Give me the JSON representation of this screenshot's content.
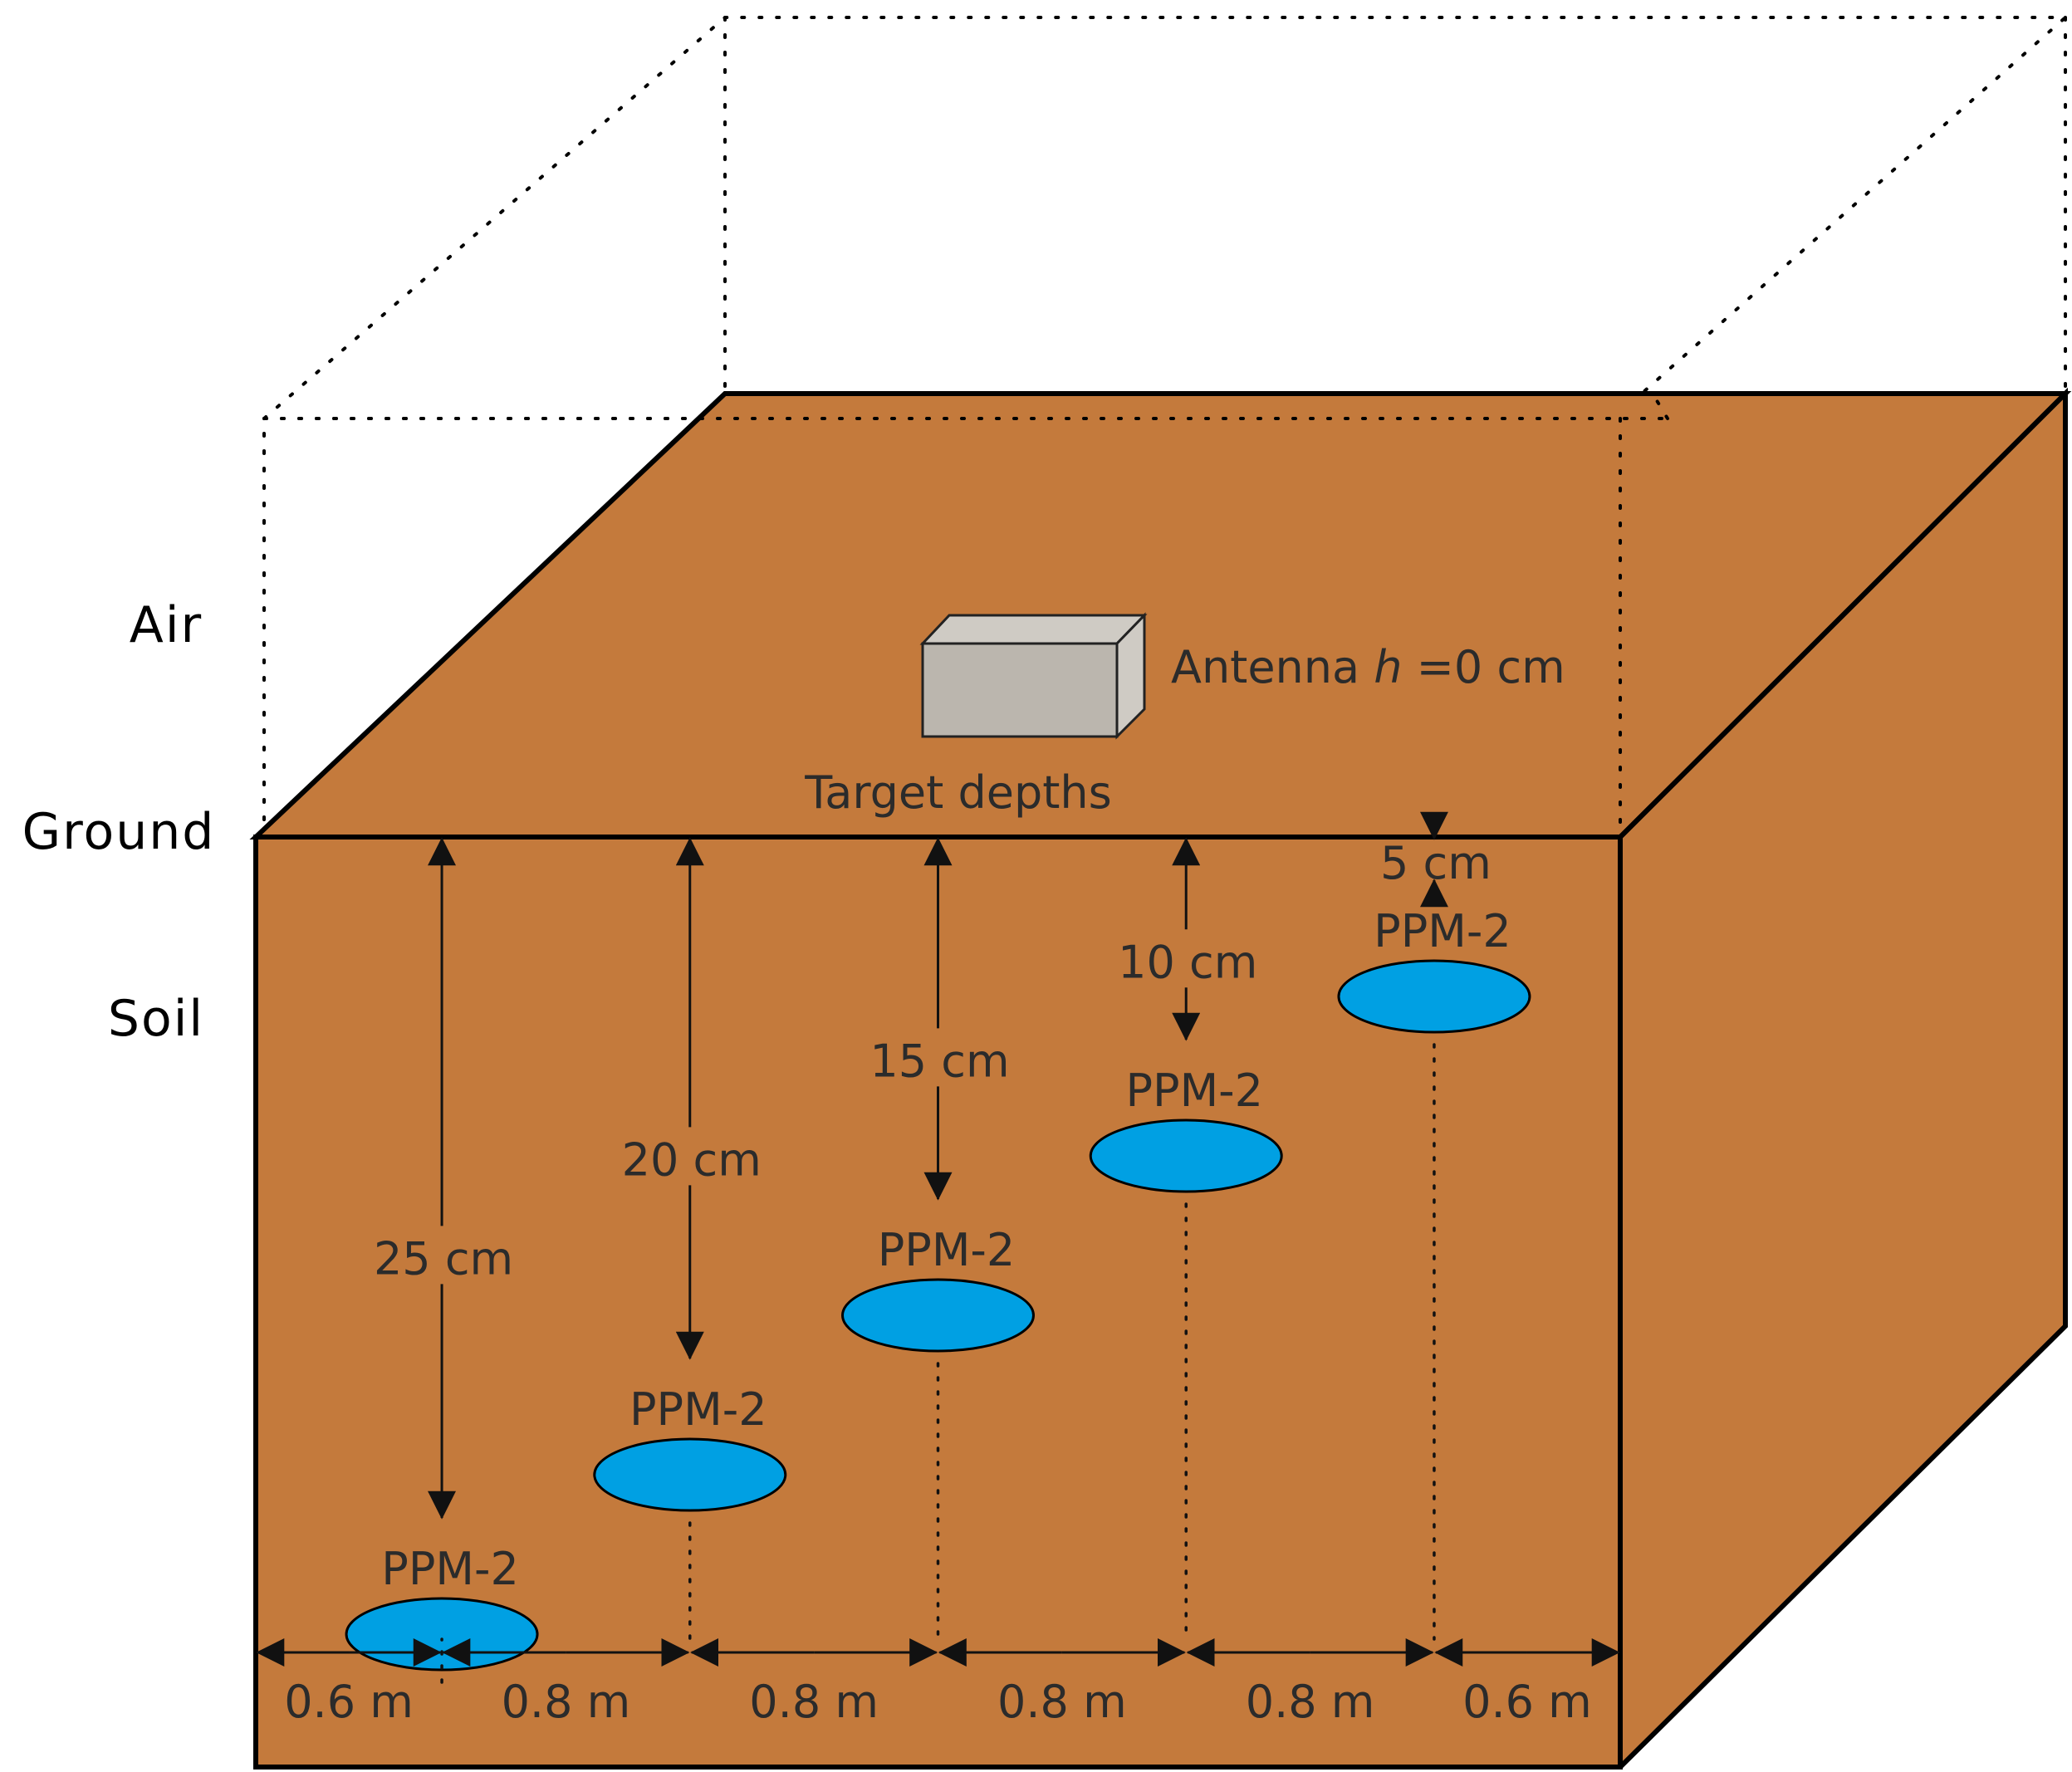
{
  "colors": {
    "soil": "#C47A3C",
    "target": "#00A0E3",
    "antenna_front": "#BBB6AE",
    "antenna_side": "#CFCBC4",
    "outline": "#000000"
  },
  "layers": {
    "air": "Air",
    "ground": "Ground",
    "soil": "Soil"
  },
  "antenna": {
    "prefix": "Antenna ",
    "variable": "h",
    "suffix": " =0 cm"
  },
  "target_depths_label": "Target depths",
  "targets": [
    {
      "label": "PPM-2",
      "depth_label": "25 cm",
      "depth_cm": 25
    },
    {
      "label": "PPM-2",
      "depth_label": "20 cm",
      "depth_cm": 20
    },
    {
      "label": "PPM-2",
      "depth_label": "15 cm",
      "depth_cm": 15
    },
    {
      "label": "PPM-2",
      "depth_label": "10 cm",
      "depth_cm": 10
    },
    {
      "label": "PPM-2",
      "depth_label": "5 cm",
      "depth_cm": 5
    }
  ],
  "spacings": [
    {
      "label": "0.6 m",
      "meters": 0.6
    },
    {
      "label": "0.8 m",
      "meters": 0.8
    },
    {
      "label": "0.8 m",
      "meters": 0.8
    },
    {
      "label": "0.8 m",
      "meters": 0.8
    },
    {
      "label": "0.8 m",
      "meters": 0.8
    },
    {
      "label": "0.6 m",
      "meters": 0.6
    }
  ]
}
